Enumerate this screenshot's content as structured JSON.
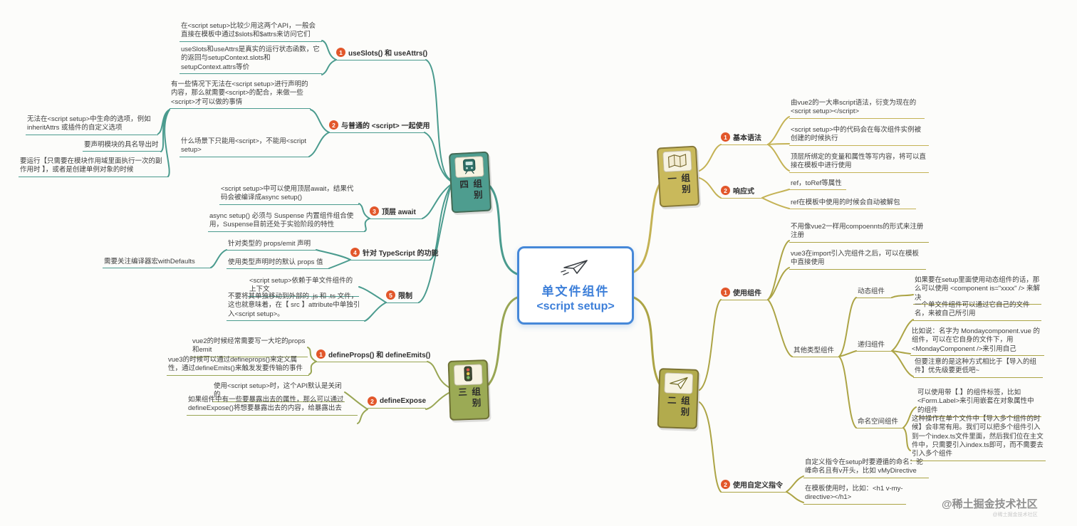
{
  "center": {
    "icon": "paper-plane-icon",
    "line1": "单文件组件",
    "line2": "<script setup>"
  },
  "watermark": {
    "main": "@稀土掘金技术社区",
    "sub": "@稀土掘金技术社区"
  },
  "colors": {
    "g1": "#C4B254",
    "g2": "#ACA445",
    "g3": "#99A654",
    "g4": "#4A9B8E",
    "badge": "#E2572B",
    "center_blue": "#3D7FD9"
  },
  "g1": {
    "label": "组别一",
    "icon": "map-icon",
    "b1": {
      "num": "1",
      "label": "基本语法",
      "l1": "由vue2的一大串script语法，衍变为现在的<script setup></script>",
      "l2": "<script setup>中的代码会在每次组件实例被创建的时候执行",
      "l3": "顶层所绑定的变量和属性等写内容，将可以直接在模板中进行使用"
    },
    "b2": {
      "num": "2",
      "label": "响应式",
      "l1": "ref，toRef等属性",
      "l2": "ref在模板中使用的时候会自动被解包"
    }
  },
  "g2": {
    "label": "组别二",
    "icon": "plane-icon",
    "b1": {
      "num": "1",
      "label": "使用组件",
      "l1": "不用像vue2一样用compoennts的形式来注册注册",
      "l2": "vue3在import引入完组件之后，可以在模板中直接使用",
      "other": {
        "label": "其他类型组件",
        "s1": {
          "label": "动态组件",
          "l1": "如果要在setup里面使用动态组件的话，那么可以使用 <component is=\"xxxx\" /> 来解决"
        },
        "s2": {
          "label": "递归组件",
          "l1": "一个单文件组件可以通过它自己的文件名，来被自己所引用",
          "l2": "比如说：名字为 Mondaycomponent.vue 的组件，可以在它自身的文件下，用<MondayComponent />来引用自己",
          "l3": "但要注意的是这种方式相比于【导入的组件】优先级要更低吧~"
        },
        "s3": {
          "label": "命名空间组件",
          "l1": "可以使用带【.】的组件标签，比如<Form.Label>来引用嵌套在对象属性中的组件",
          "l2": "这种操作在单个文件中【导入多个组件的时候】会非常有用。我们可以把多个组件引入到一个index.ts文件里面，然后我们位在主文件中，只需要引入index.ts即可，而不需要去引入多个组件"
        }
      }
    },
    "b2": {
      "num": "2",
      "label": "使用自定义指令",
      "l1": "自定义指令在setup时要遵循的命名：驼峰命名且有v开头，比如 vMyDirective",
      "l2": "在模板使用时，比如：<h1 v-my-directive></h1>"
    }
  },
  "g3": {
    "label": "组别三",
    "icon": "traffic-light-icon",
    "b1": {
      "num": "1",
      "label": "defineProps() 和 defineEmits()",
      "l1": "vue2的时候经常需要写一大坨的props和emit",
      "l2": "vue3的时候可以通过defineprops()来定义属性，通过defineEmits()来触发发要传输的事件"
    },
    "b2": {
      "num": "2",
      "label": "defineExpose",
      "l1": "使用<script setup>时，这个API默认是关闭的",
      "l2": "如果组件中有一些要暴露出去的属性，那么可以通过defineExpose()将想要暴露出去的内容，给暴露出去"
    }
  },
  "g4": {
    "label": "组别四",
    "icon": "train-icon",
    "b1": {
      "num": "1",
      "label": "useSlots() 和 useAttrs()",
      "l1": "在<script setup>比较少用这两个API，一般会直接在模板中通过$slots和$attrs来访问它们",
      "l2": "useSlots和useAttrs是真实的运行状态函数，它的返回与setupContext.slots和setupContext.attrs等价"
    },
    "b2": {
      "num": "2",
      "label": "与普通的 <script> 一起使用",
      "l1": "有一些情况下无法在<script setup>进行声明的内容，那么就需要<script>的配合，来做一些<script>才可以做的事情",
      "l1a": "无法在<script setup>中生命的选项，例如 inheritAttrs 或插件的自定义选项",
      "l1b": "要声明模块的具名导出时",
      "l1c": "要运行【只需要在模块作用域里面执行一次的副作用时 】，或者是创建单例对象的时候",
      "l2": "什么场景下只能用<script>，不能用<script setup>"
    },
    "b3": {
      "num": "3",
      "label": "顶层 await",
      "l1": "<script setup>中可以使用顶层await，结果代码会被编译成async setup()",
      "l2": "async setup() 必须与 Suspense 内置组件组合使用，Suspense目前还处于实验阶段的特性"
    },
    "b4": {
      "num": "4",
      "label": "针对 TypeScript 的功能",
      "l1": "针对类型的 props/emit 声明",
      "l1a": "需要关注编译器宏withDefaults",
      "l2": "使用类型声明时的默认 props 值"
    },
    "b5": {
      "num": "5",
      "label": "限制",
      "l1": "<script setup>依赖于单文件组件的上下文",
      "l2": "不要将其单独移动到外部的 .js 和 .ts 文件，这也就意味着，在【 src 】attribute中单独引入<script setup>。"
    }
  }
}
